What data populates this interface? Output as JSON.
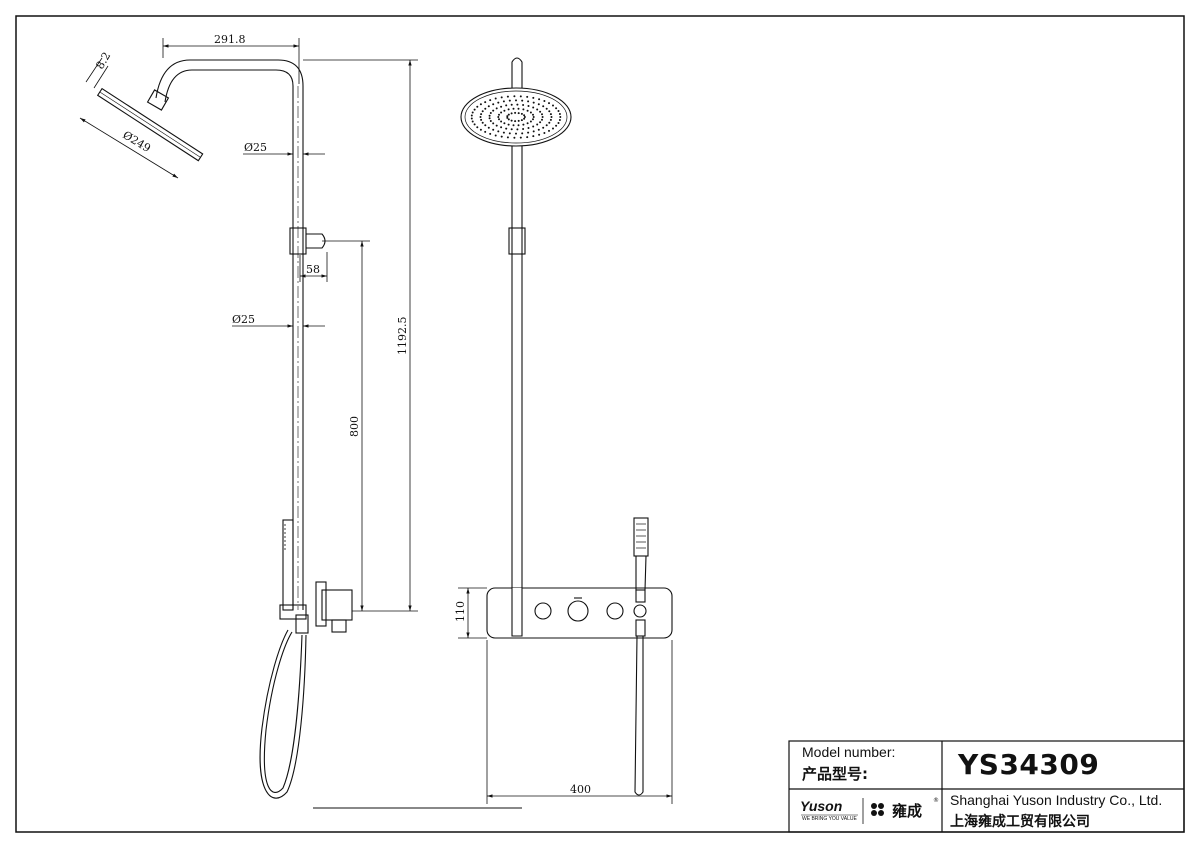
{
  "dimensions": {
    "side_width": "291.8",
    "head_thickness": "8.2",
    "head_diameter": "Ø249",
    "pipe_upper": "Ø25",
    "pipe_lower": "Ø25",
    "holder_offset": "58",
    "total_height": "1192.5",
    "holder_height": "800",
    "panel_height": "110",
    "panel_width": "400"
  },
  "title_block": {
    "model_label_en": "Model number:",
    "model_label_cn": "产品型号:",
    "model_value": "YS34309",
    "brand": "Yuson",
    "tagline": "WE BRING YOU VALUE",
    "brand_cn": "雍成",
    "registered": "®",
    "company_en": "Shanghai Yuson Industry Co., Ltd.",
    "company_cn": "上海雍成工贸有限公司"
  },
  "colors": {
    "line": "#111111",
    "background": "#ffffff"
  }
}
